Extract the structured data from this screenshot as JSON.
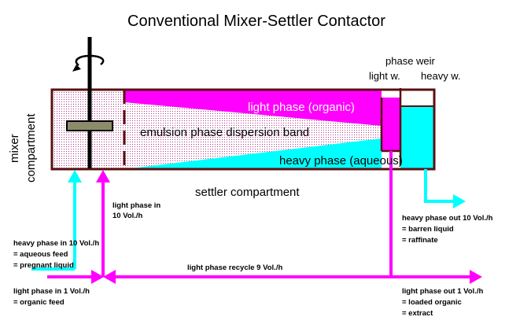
{
  "title": "Conventional  Mixer-Settler Contactor",
  "labels": {
    "phase_weir": "phase weir",
    "light_weir": "light w.",
    "heavy_weir": "heavy w.",
    "mixer_line1": "mixer",
    "mixer_line2": "compartment",
    "light_phase_organic": "light phase (organic)",
    "emulsion_band": "emulsion phase dispersion band",
    "heavy_phase_aqueous": "heavy phase (aqueous)",
    "settler_compartment": "settler compartment"
  },
  "annotations": {
    "light_in_mixer": [
      "light phase in",
      "10 Vol./h"
    ],
    "heavy_in": [
      "heavy phase in 10 Vol./h",
      "= aqueous  feed",
      "= pregnant liquid"
    ],
    "light_in_feed": [
      "light phase in 1 Vol./h",
      "= organic feed"
    ],
    "recycle": "light phase recycle 9  Vol./h",
    "heavy_out": [
      "heavy phase out 10  Vol./h",
      "= barren liquid",
      "= raffinate"
    ],
    "light_out": [
      "light phase out 1 Vol./h",
      "= loaded organic",
      "= extract"
    ]
  },
  "colors": {
    "magenta": "#ff00ff",
    "cyan": "#00ffff",
    "vessel_border": "#5a1010",
    "shaft": "#000000",
    "impeller": "#8c8c6a",
    "dots": "#b03a8a"
  }
}
